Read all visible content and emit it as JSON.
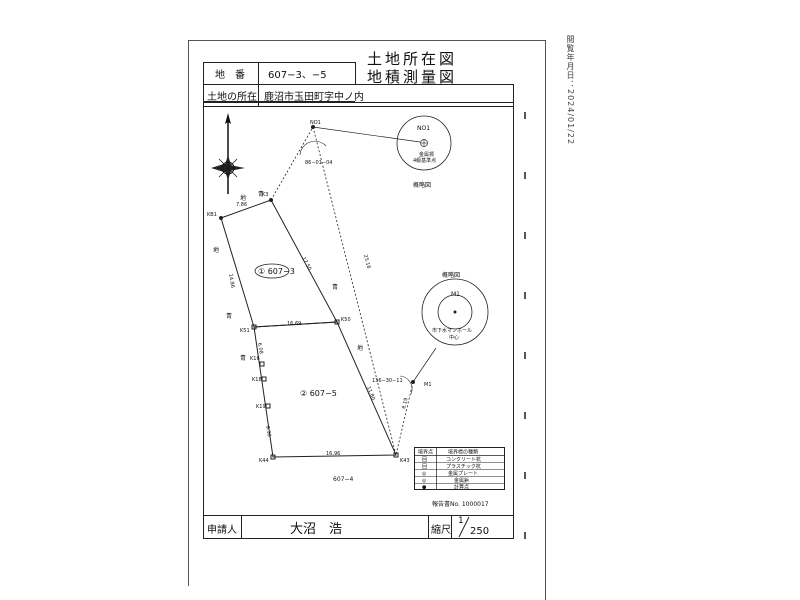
{
  "document": {
    "title_line1": "土地所在図",
    "title_line2": "地積測量図",
    "lot_number_label": "地　番",
    "lot_number_value": "607−3、−5",
    "location_label": "土地の所在",
    "location_value": "鹿沼市玉田町字中ノ内",
    "applicant_label": "申請人",
    "applicant_value": "大沼　浩",
    "scale_label": "縮尺",
    "scale_numerator": "1",
    "scale_denominator": "250",
    "side_stamp": "閲覧年月日：2024/01/22",
    "report_number": "報告書No. 1000017"
  },
  "map": {
    "parcel_a_label": "① 607−3",
    "parcel_b_label": "② 607−5",
    "south_parcel_label": "607−4",
    "sketch_top_title": "概略図",
    "sketch_top_no": "NO1",
    "sketch_top_note1": "金属標",
    "sketch_top_note2": "4級基準点",
    "sketch_mid_title": "概略図",
    "sketch_mid_no": "M1",
    "sketch_mid_note1": "市下水マンホール",
    "sketch_mid_note2": "中心",
    "angle_top": "86−01−04",
    "angle_mid": "136−30−11",
    "point_no1": "NO1",
    "point_m1": "M1",
    "points": [
      "K3",
      "KB1",
      "K51",
      "K50",
      "K16",
      "K18",
      "K19",
      "K44",
      "K43"
    ],
    "road_chars": [
      "青",
      "地",
      "青",
      "青",
      "地",
      "青",
      "地"
    ],
    "dimensions": [
      "7.86",
      "14.86",
      "17.50",
      "25.18",
      "16.69",
      "6.08",
      "9.30",
      "16.96",
      "11.80",
      "6.19"
    ]
  },
  "legend": {
    "header_left": "境界点",
    "header_right": "境界標の種類",
    "rows": [
      {
        "symbol": "回",
        "label": "コンクリート杭"
      },
      {
        "symbol": "回",
        "label": "プラスチック杭"
      },
      {
        "symbol": "◎",
        "label": "金属プレート"
      },
      {
        "symbol": "◎",
        "label": "金属鋲"
      },
      {
        "symbol": "●",
        "label": "計算点"
      }
    ]
  }
}
